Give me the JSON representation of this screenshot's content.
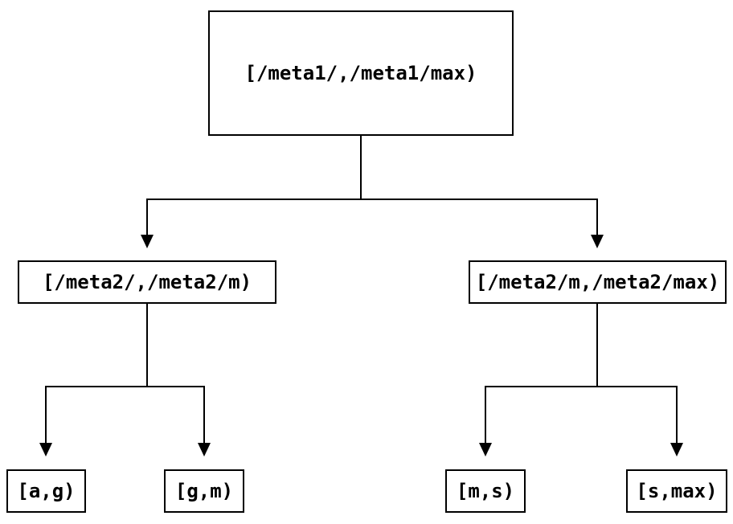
{
  "diagram": {
    "type": "tree",
    "background_color": "#ffffff",
    "line_color": "#000000",
    "text_color": "#000000",
    "nodes": {
      "root": {
        "label": "[/meta1/,/meta1/max)"
      },
      "left": {
        "label": "[/meta2/,/meta2/m)"
      },
      "right": {
        "label": "[/meta2/m,/meta2/max)"
      },
      "leaf_ag": {
        "label": "[a,g)"
      },
      "leaf_gm": {
        "label": "[g,m)"
      },
      "leaf_ms": {
        "label": "[m,s)"
      },
      "leaf_smax": {
        "label": "[s,max)"
      }
    },
    "edges": [
      {
        "from": "root",
        "to": "left"
      },
      {
        "from": "root",
        "to": "right"
      },
      {
        "from": "left",
        "to": "leaf_ag"
      },
      {
        "from": "left",
        "to": "leaf_gm"
      },
      {
        "from": "right",
        "to": "leaf_ms"
      },
      {
        "from": "right",
        "to": "leaf_smax"
      }
    ]
  }
}
